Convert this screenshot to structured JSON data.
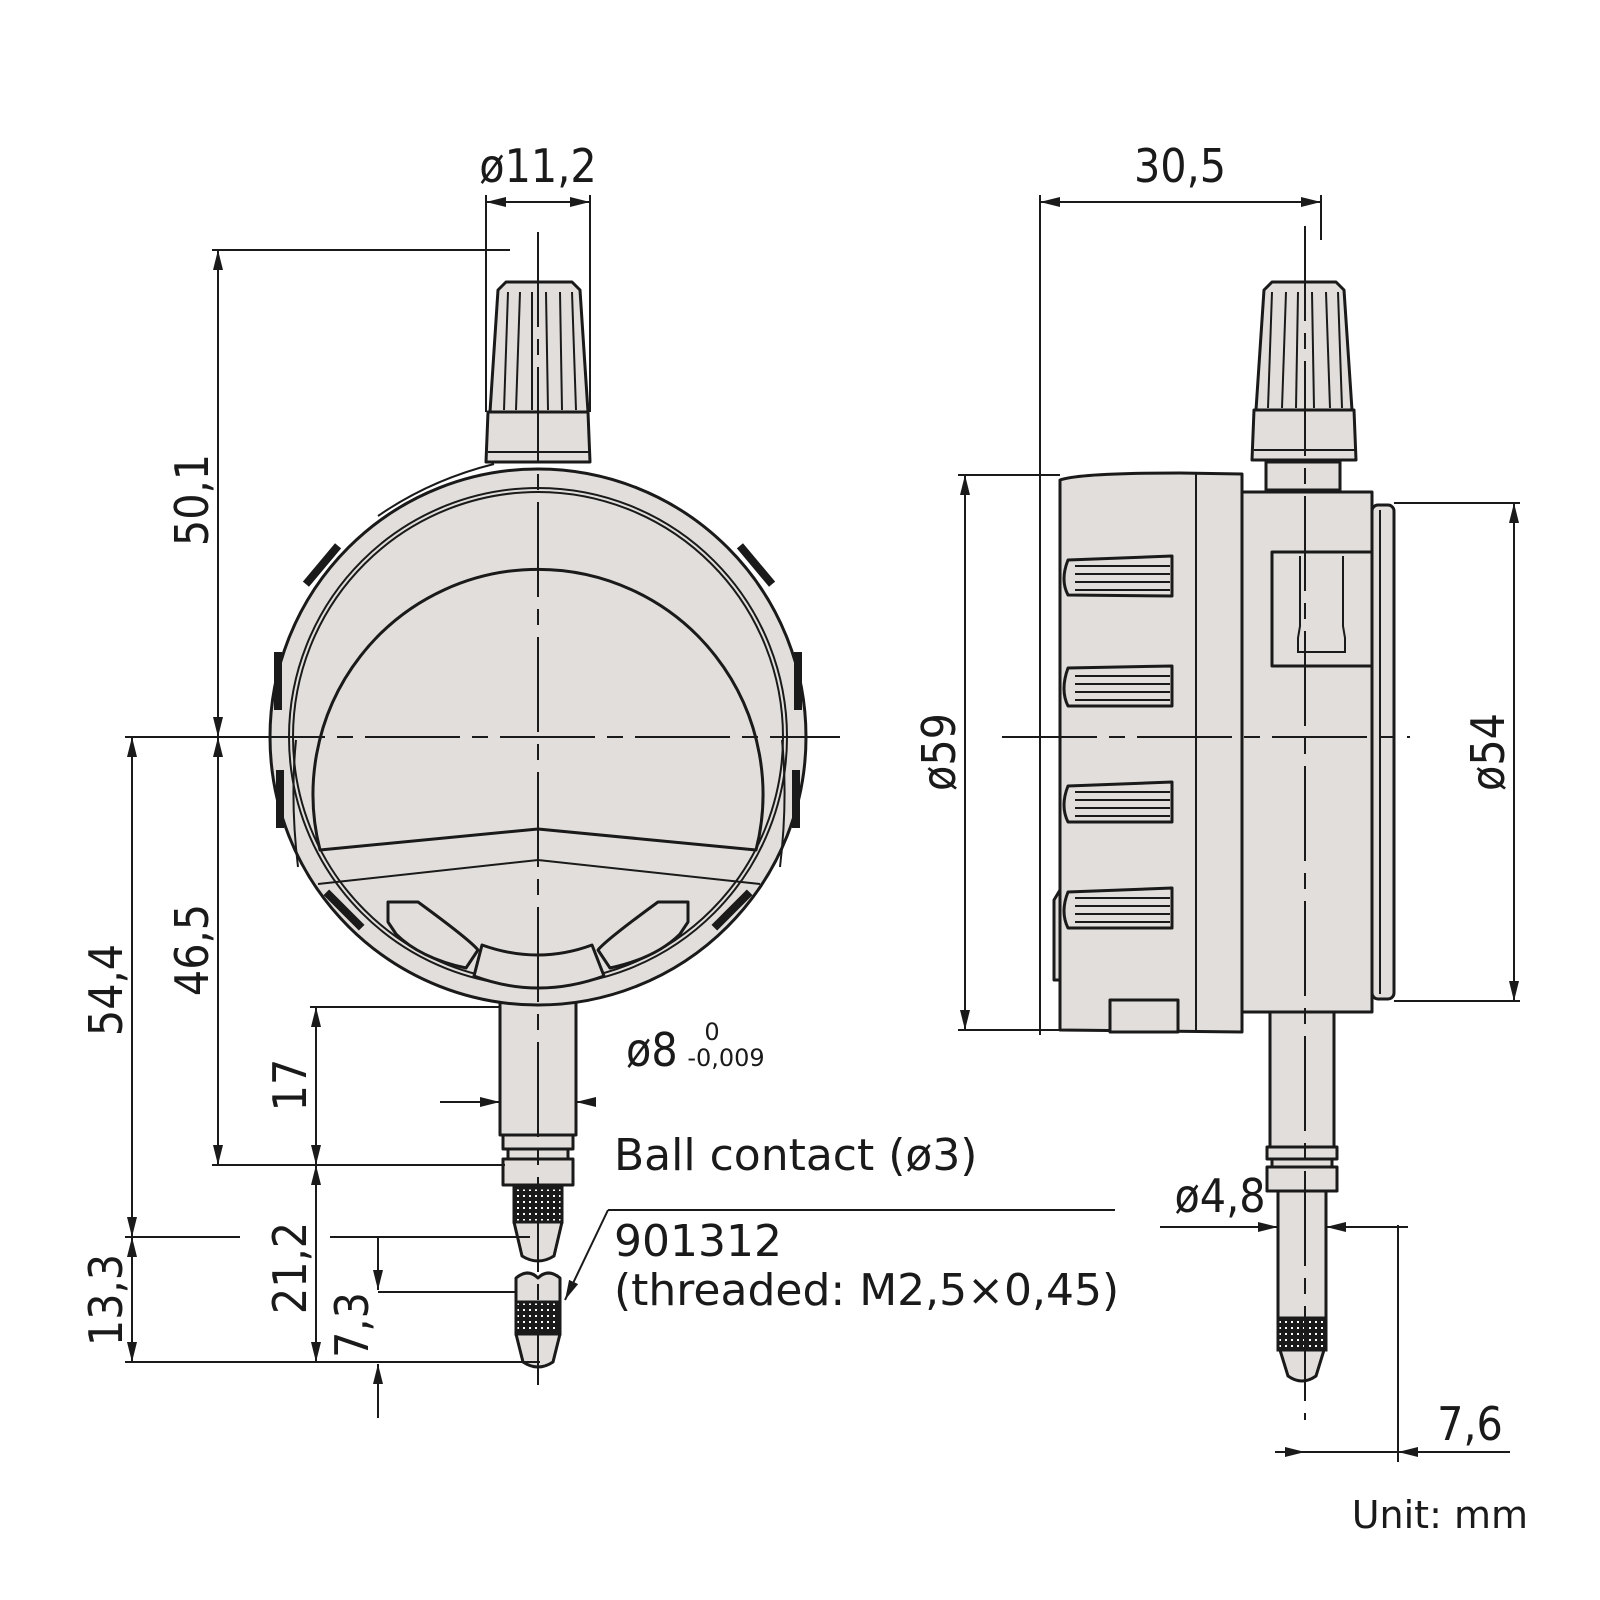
{
  "drawing": {
    "subject": "Digital dial indicator dimensional drawing",
    "unit_label": "Unit: mm",
    "colors": {
      "body_fill": "#e2dedb",
      "line": "#1a1a1a",
      "background": "#ffffff"
    }
  },
  "front_view": {
    "dimensions": {
      "cap_diameter": "ø11,2",
      "top_height": "50,1",
      "lower_height": "46,5",
      "overall_lower": "54,4",
      "stem_length": "17",
      "stem_diameter": "ø8",
      "stem_tol_upper": "0",
      "stem_tol_lower": "-0,009",
      "contact_length": "21,2",
      "tip_length": "13,3",
      "tip_offset": "7,3"
    },
    "notes": {
      "ball_contact": "Ball contact (ø3)",
      "part_number": "901312",
      "thread_spec": "(threaded: M2,5×0,45)"
    }
  },
  "side_view": {
    "dimensions": {
      "depth": "30,5",
      "bezel_diameter": "ø59",
      "back_diameter": "ø54",
      "spindle_diameter": "ø4,8",
      "spindle_offset": "7,6"
    }
  }
}
